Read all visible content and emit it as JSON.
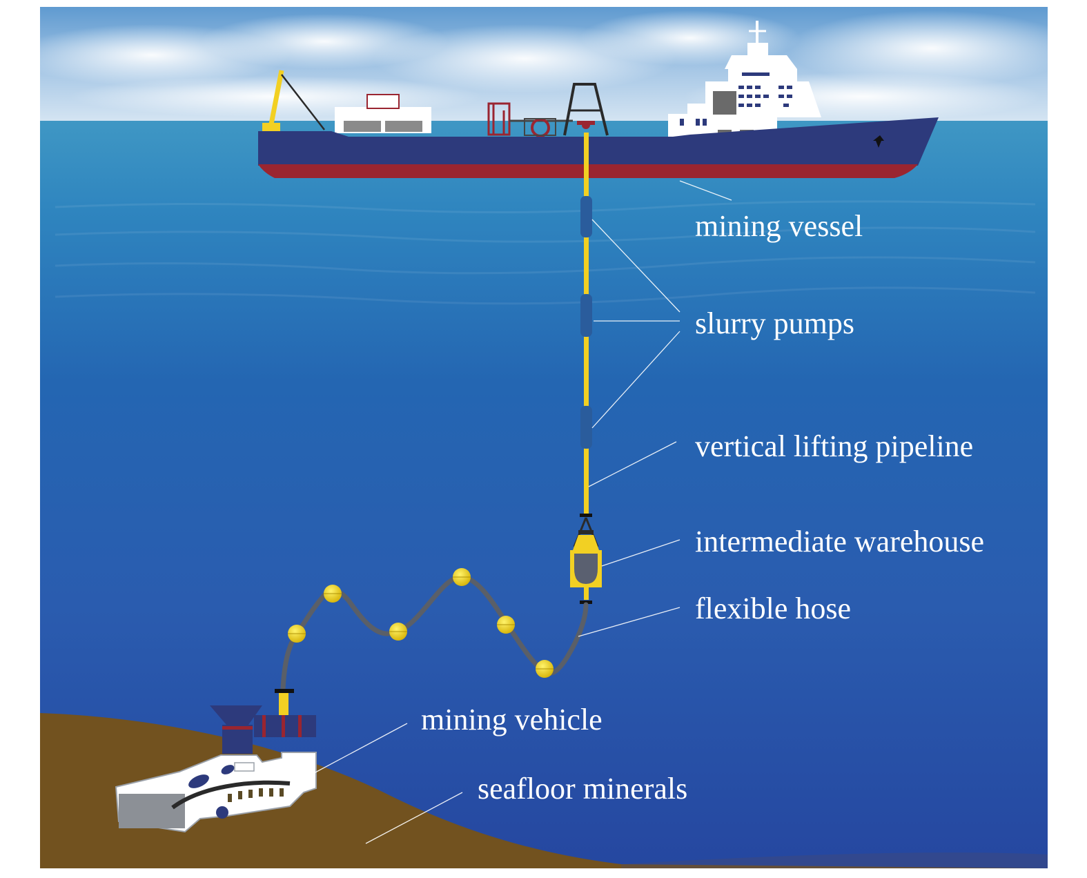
{
  "labels": {
    "mining_vessel": "mining vessel",
    "slurry_pumps": "slurry pumps",
    "vertical_lifting_pipeline": "vertical lifting pipeline",
    "intermediate_warehouse": "intermediate warehouse",
    "flexible_hose": "flexible hose",
    "mining_vehicle": "mining vehicle",
    "seafloor_minerals": "seafloor minerals"
  },
  "colors": {
    "hull": "#2d3a7c",
    "hull_bottom": "#9a2530",
    "pipeline": "#f2d023",
    "pump": "#2a5c9c",
    "hose": "#5a5f68",
    "float": "#f2d023",
    "seafloor": "#72521f",
    "label_text": "#ffffff"
  }
}
